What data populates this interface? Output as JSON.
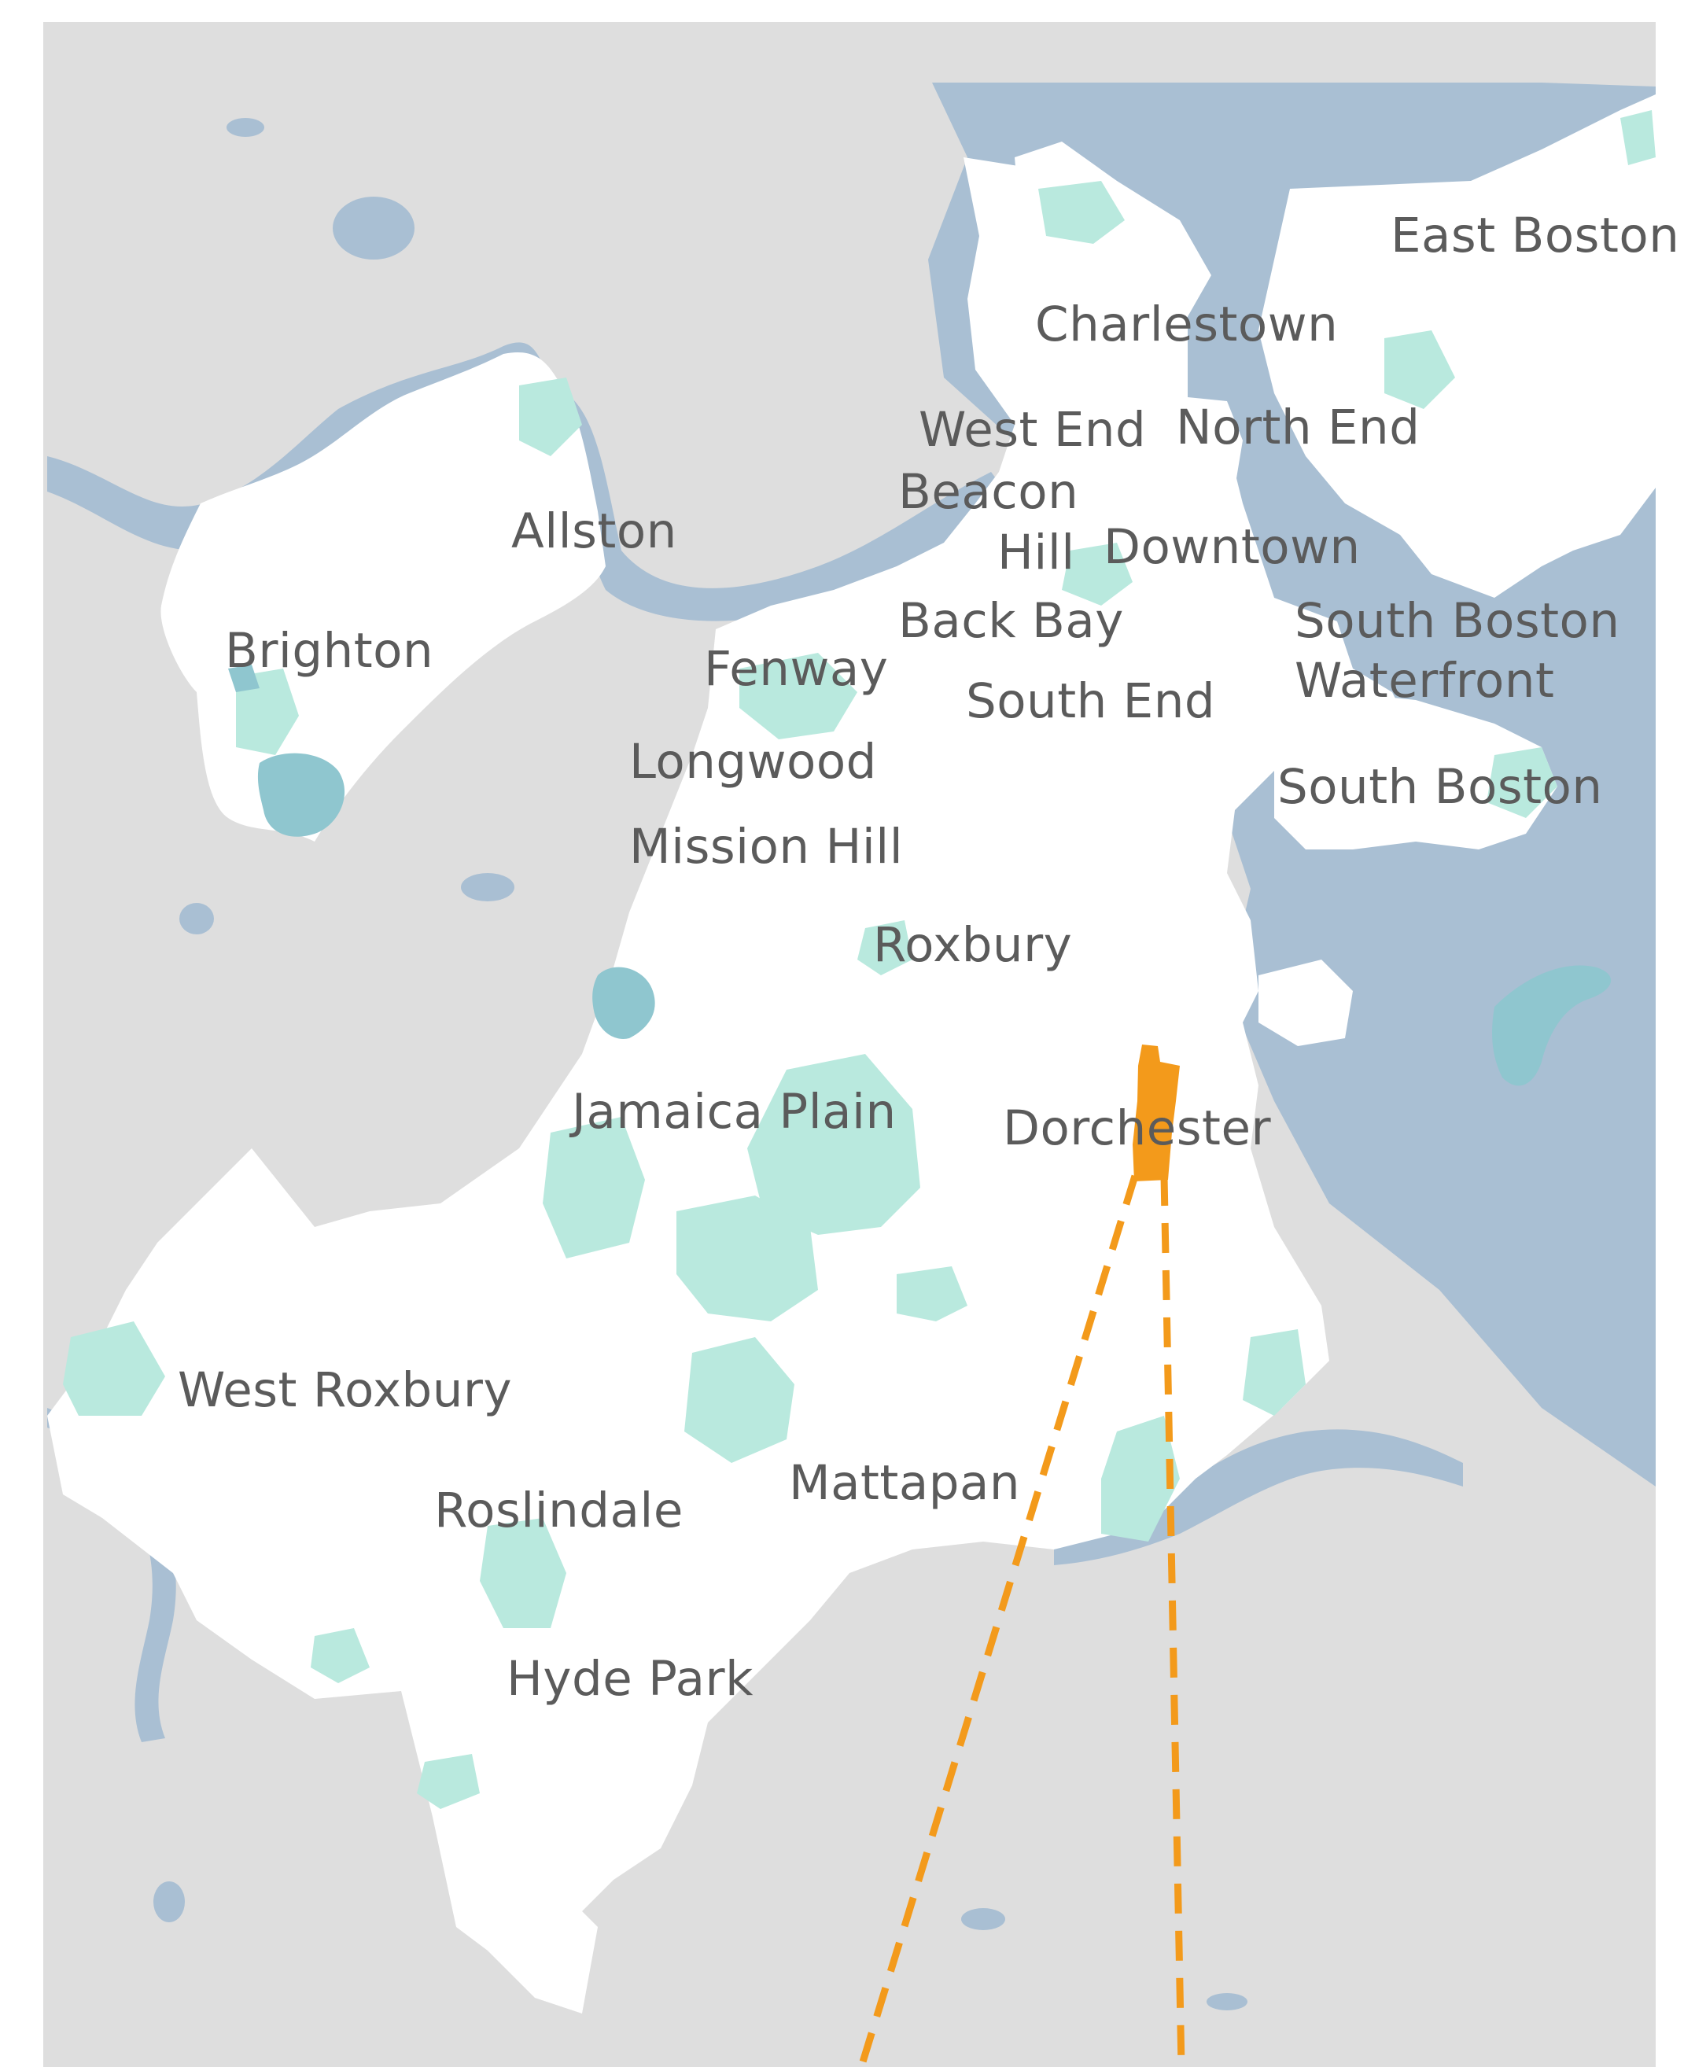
{
  "colors": {
    "background": "#ffffff",
    "land_outside": "#dedede",
    "water": "#a9bfd3",
    "city": "#ffffff",
    "parks": "#b9e9de",
    "ponds": "#8fc6cf",
    "highlight": "#f39a1b",
    "label_text": "#5b5b5b"
  },
  "neighborhoods": {
    "east_boston": "East Boston",
    "charlestown": "Charlestown",
    "west_end": "West End",
    "north_end": "North End",
    "beacon": "Beacon",
    "hill": "Hill",
    "downtown": "Downtown",
    "allston": "Allston",
    "brighton": "Brighton",
    "back_bay": "Back Bay",
    "south_boston_1": "South Boston",
    "waterfront": "Waterfront",
    "fenway": "Fenway",
    "south_end": "South End",
    "longwood": "Longwood",
    "south_boston_2": "South Boston",
    "mission_hill": "Mission Hill",
    "roxbury": "Roxbury",
    "jamaica_plain": "Jamaica Plain",
    "dorchester": "Dorchester",
    "west_roxbury": "West Roxbury",
    "mattapan": "Mattapan",
    "roslindale": "Roslindale",
    "hyde_park": "Hyde Park"
  },
  "highlight": {
    "style": "orange filled tract with dashed leader lines"
  }
}
